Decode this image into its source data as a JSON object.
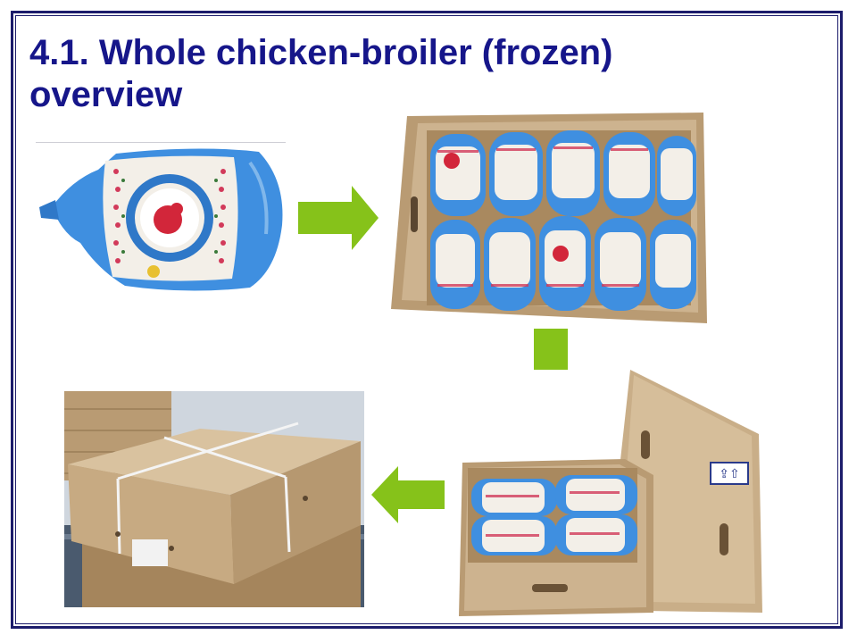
{
  "slide": {
    "title_line1": "4.1. Whole chicken-broiler (frozen)",
    "title_line2": "overview"
  },
  "images": {
    "single_chicken": "single-wrapped-frozen-chicken-photo",
    "open_box": "open-carton-with-chickens-photo",
    "box_closing": "carton-being-closed-photo",
    "sealed_box": "sealed-taped-carton-photo"
  },
  "colors": {
    "title": "#16168a",
    "frame": "#1c1c6b",
    "arrow": "#86c21a",
    "bag_blue": "#3f8fe0",
    "cardboard": "#cdb38f"
  }
}
